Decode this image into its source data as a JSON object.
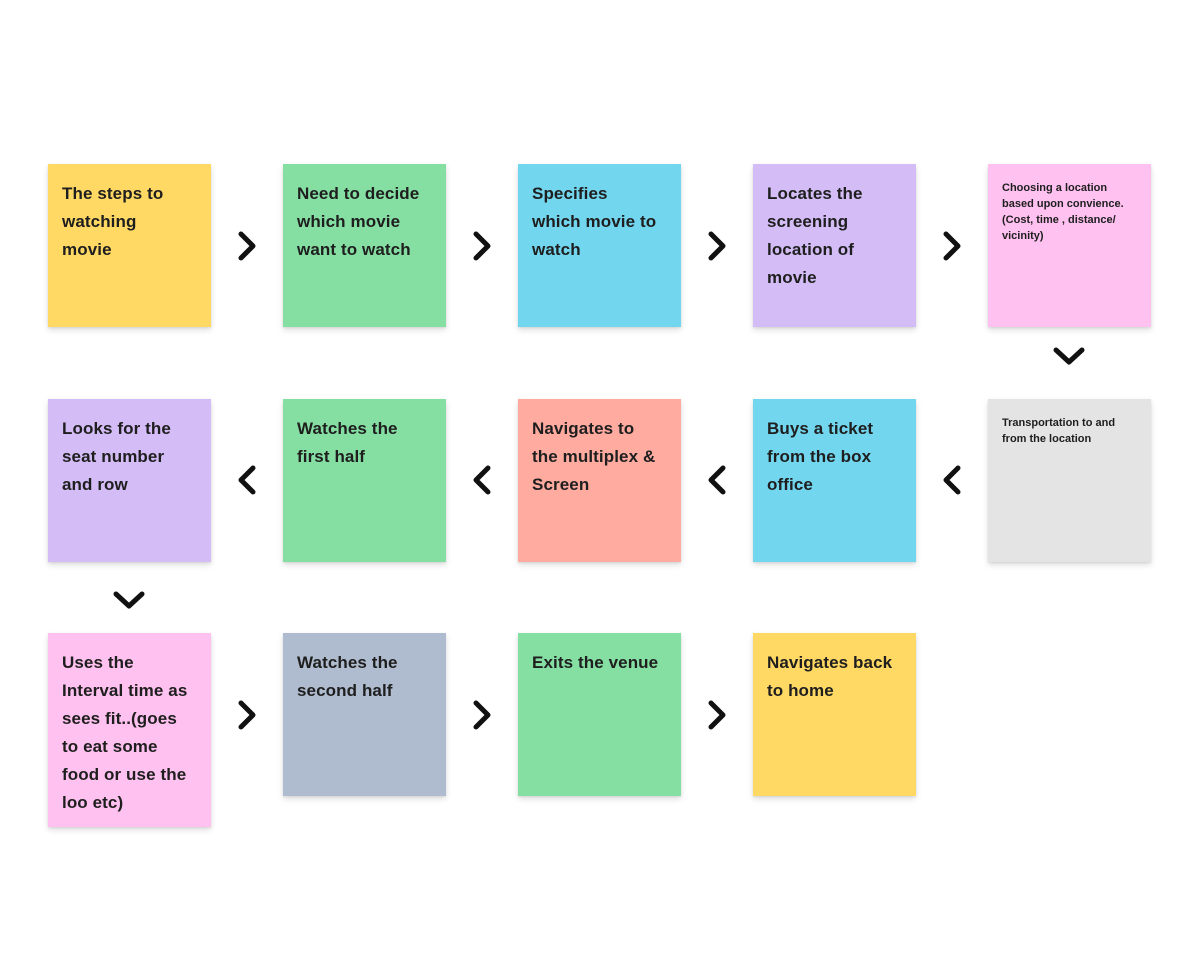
{
  "board": {
    "background": "#ffffff",
    "text_color": "#1e1e1e",
    "arrow_color": "#111111"
  },
  "palette": {
    "yellow": "#FFD964",
    "green": "#85DFA3",
    "cyan": "#72D6EF",
    "violet": "#D4BCF6",
    "pink": "#FFC1EF",
    "gray": "#E4E4E4",
    "salmon": "#FFABA0",
    "bluegray": "#AFBCCF"
  },
  "notes": [
    {
      "id": "steps-to-watching-movie",
      "text": "The steps to\nwatching\nmovie",
      "color": "#FFD964"
    },
    {
      "id": "decide-which-movie",
      "text": "Need to decide\nwhich movie\nwant to watch",
      "color": "#85DFA3"
    },
    {
      "id": "specifies-movie",
      "text": "Specifies\nwhich movie to\nwatch",
      "color": "#72D6EF"
    },
    {
      "id": "locates-screening-location",
      "text": "Locates the\nscreening\nlocation of\nmovie",
      "color": "#D4BCF6"
    },
    {
      "id": "choosing-location-convenience",
      "text": "Choosing a location\nbased upon convience.\n(Cost, time , distance/\nvicinity)",
      "color": "#FFC1EF"
    },
    {
      "id": "transportation",
      "text": "Transportation to and\nfrom the location",
      "color": "#E4E4E4"
    },
    {
      "id": "buys-ticket",
      "text": "Buys a ticket\nfrom the box\noffice",
      "color": "#72D6EF"
    },
    {
      "id": "navigates-multiplex",
      "text": "Navigates to\nthe multiplex &\nScreen",
      "color": "#FFABA0"
    },
    {
      "id": "watches-first-half",
      "text": "Watches the\nfirst half",
      "color": "#85DFA3"
    },
    {
      "id": "looks-for-seat",
      "text": "Looks for the\nseat number\nand row",
      "color": "#D4BCF6"
    },
    {
      "id": "interval-time",
      "text": "Uses the\nInterval time as\nsees fit..(goes\nto eat some\nfood or use the\nloo etc)",
      "color": "#FFC1EF"
    },
    {
      "id": "watches-second-half",
      "text": "Watches the\nsecond half",
      "color": "#AFBCCF"
    },
    {
      "id": "exits-venue",
      "text": "Exits the venue",
      "color": "#85DFA3"
    },
    {
      "id": "navigates-home",
      "text": "Navigates back\nto home",
      "color": "#FFD964"
    }
  ],
  "arrows": [
    {
      "from": "steps-to-watching-movie",
      "to": "decide-which-movie",
      "direction": "right"
    },
    {
      "from": "decide-which-movie",
      "to": "specifies-movie",
      "direction": "right"
    },
    {
      "from": "specifies-movie",
      "to": "locates-screening-location",
      "direction": "right"
    },
    {
      "from": "locates-screening-location",
      "to": "choosing-location-convenience",
      "direction": "right"
    },
    {
      "from": "choosing-location-convenience",
      "to": "transportation",
      "direction": "down"
    },
    {
      "from": "transportation",
      "to": "buys-ticket",
      "direction": "left"
    },
    {
      "from": "buys-ticket",
      "to": "navigates-multiplex",
      "direction": "left"
    },
    {
      "from": "navigates-multiplex",
      "to": "watches-first-half",
      "direction": "left"
    },
    {
      "from": "watches-first-half",
      "to": "looks-for-seat",
      "direction": "left"
    },
    {
      "from": "looks-for-seat",
      "to": "interval-time",
      "direction": "down"
    },
    {
      "from": "interval-time",
      "to": "watches-second-half",
      "direction": "right"
    },
    {
      "from": "watches-second-half",
      "to": "exits-venue",
      "direction": "right"
    },
    {
      "from": "exits-venue",
      "to": "navigates-home",
      "direction": "right"
    }
  ]
}
